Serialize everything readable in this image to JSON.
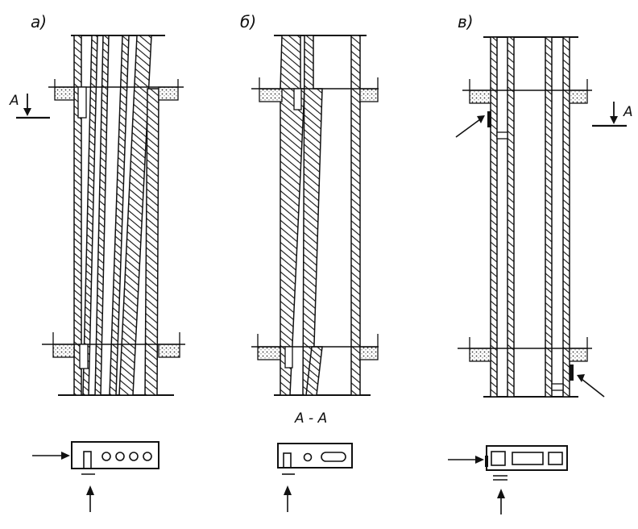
{
  "figure": {
    "panel_labels": [
      "а)",
      "б)",
      "в)"
    ],
    "section_marker_a": "A",
    "section_marker_c": "A",
    "section_caption": "A - A"
  },
  "colors": {
    "ink": "#111111",
    "paper": "#ffffff",
    "hatch": "#111111"
  },
  "icons": [
    "arrow-icon",
    "section-arrow-icon"
  ]
}
